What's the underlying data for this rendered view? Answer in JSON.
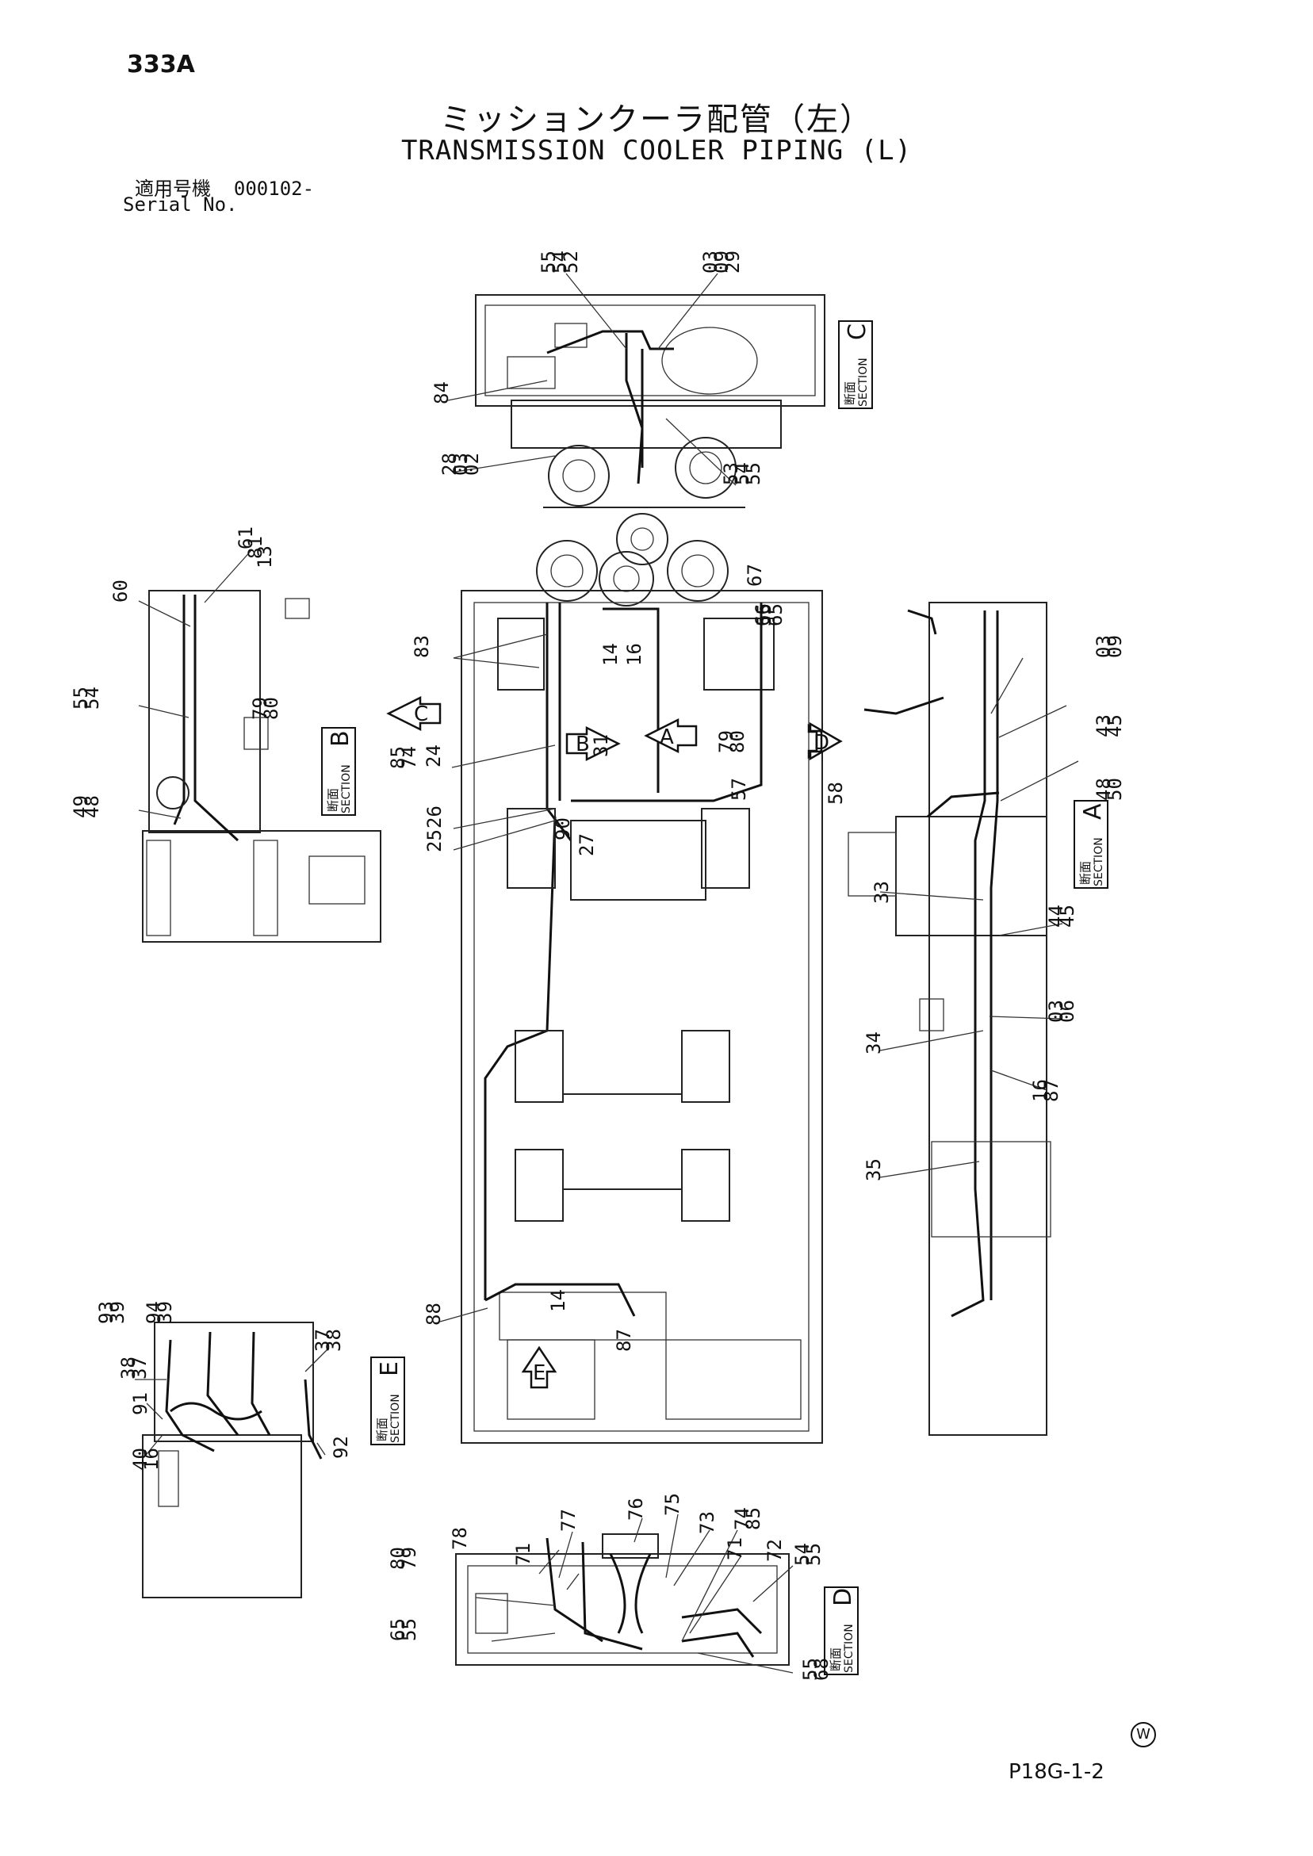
{
  "header": {
    "page_number": "333A",
    "title_jp": "ミッションクーラ配管（左）",
    "title_en": "TRANSMISSION COOLER PIPING (L)",
    "serial_label_jp": "適用号機",
    "serial_value": "000102-",
    "serial_label_en": "Serial No."
  },
  "footer": {
    "drawing_code": "P18G-1-2",
    "watermark_symbol": "W"
  },
  "section_label": {
    "jp": "断面",
    "en": "SECTION"
  },
  "sections": [
    "A",
    "B",
    "C",
    "D",
    "E"
  ],
  "view_arrows": [
    "A",
    "B",
    "C",
    "D",
    "E"
  ],
  "callouts": [
    "55",
    "54",
    "52",
    "03",
    "09",
    "29",
    "84",
    "28",
    "03",
    "02",
    "53",
    "54",
    "55",
    "60",
    "61",
    "81",
    "13",
    "55",
    "54",
    "79",
    "80",
    "49",
    "48",
    "83",
    "14",
    "16",
    "67",
    "66",
    "55",
    "65",
    "85",
    "74",
    "24",
    "31",
    "79",
    "80",
    "57",
    "58",
    "26",
    "25",
    "90",
    "27",
    "03",
    "09",
    "43",
    "45",
    "48",
    "50",
    "33",
    "44",
    "45",
    "03",
    "06",
    "34",
    "16",
    "87",
    "35",
    "93",
    "39",
    "94",
    "39",
    "38",
    "37",
    "37",
    "38",
    "91",
    "40",
    "16",
    "92",
    "88",
    "14",
    "87",
    "80",
    "79",
    "78",
    "71",
    "77",
    "76",
    "75",
    "73",
    "74",
    "85",
    "71",
    "72",
    "54",
    "55",
    "65",
    "55",
    "55",
    "68"
  ]
}
